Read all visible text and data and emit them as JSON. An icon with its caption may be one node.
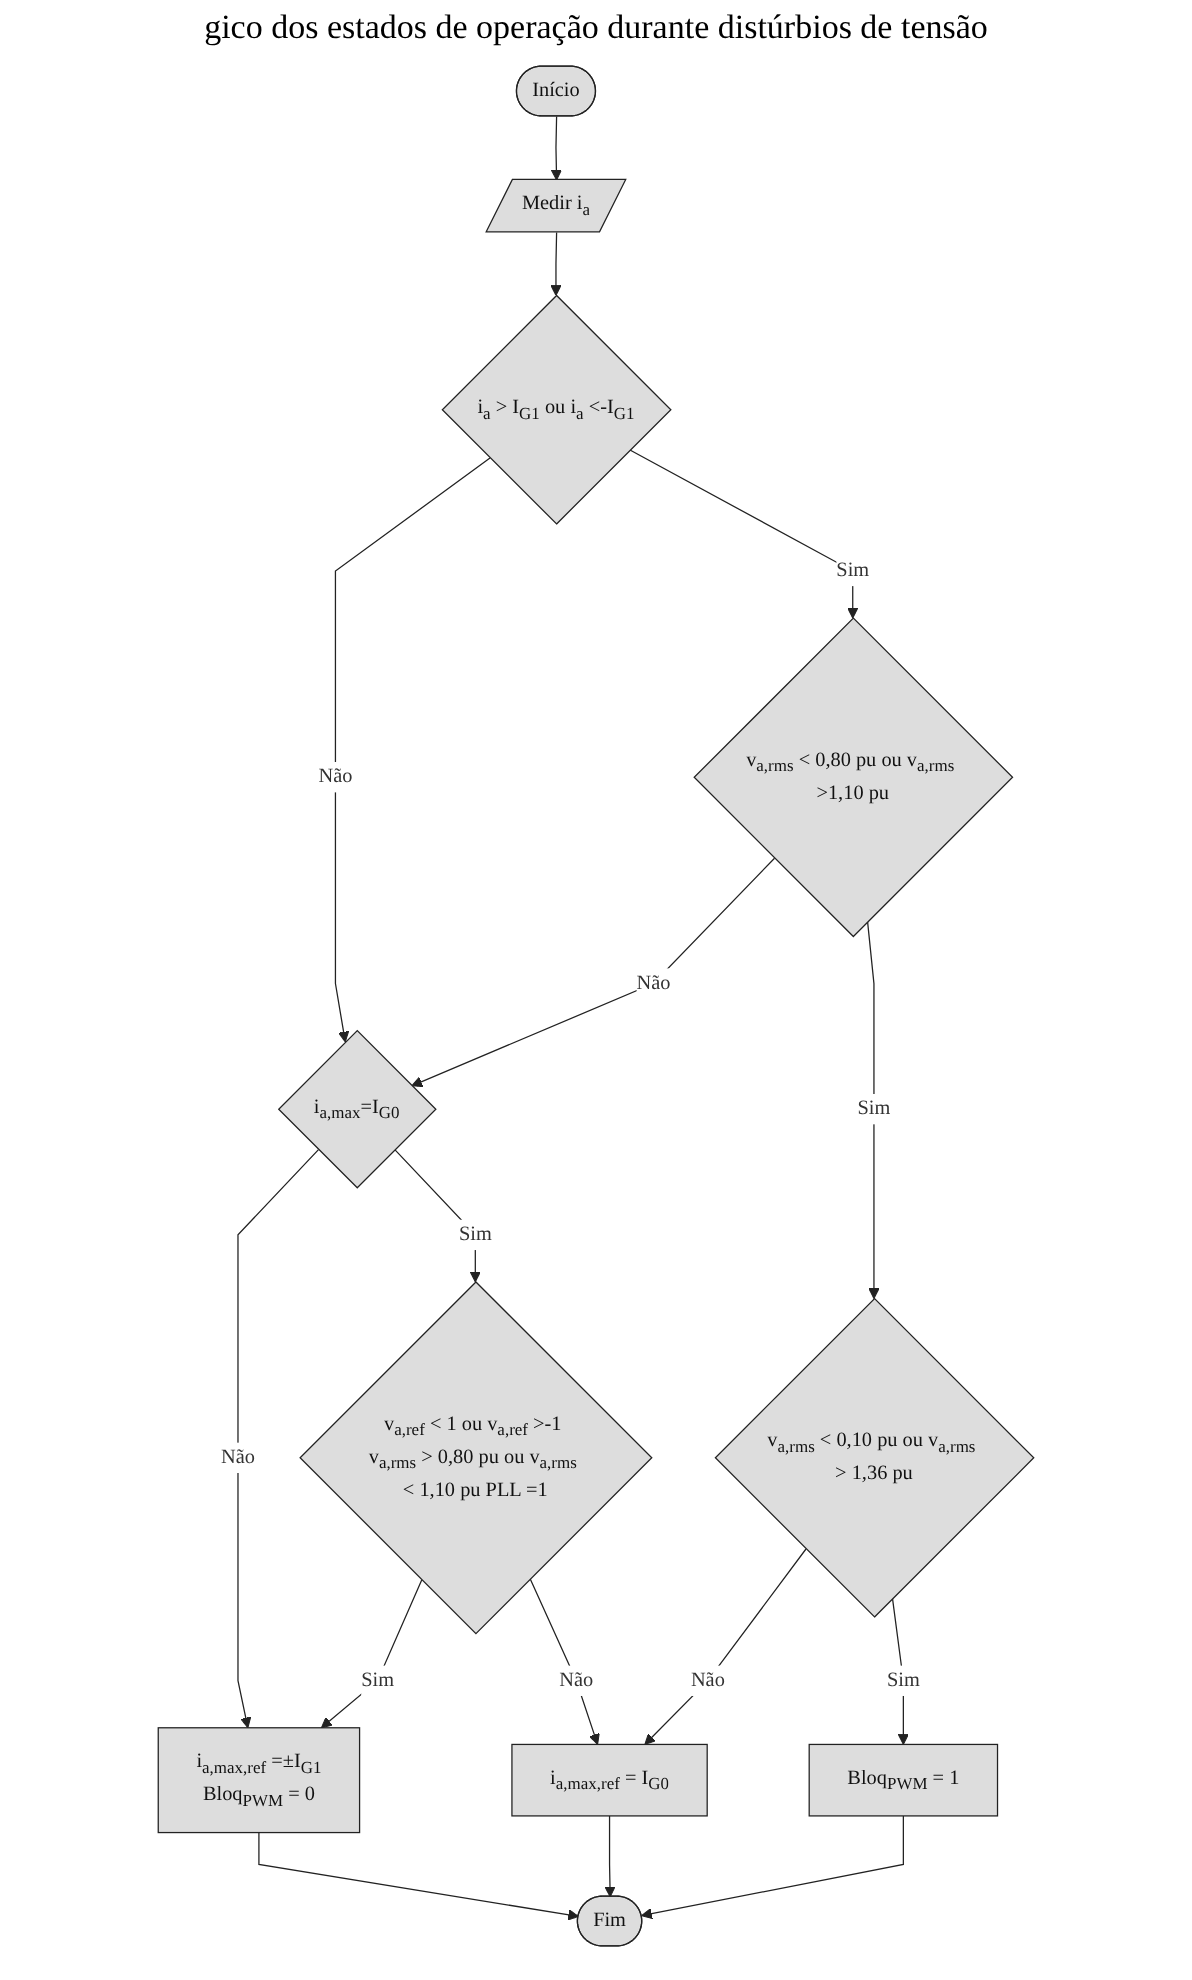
{
  "diagram": {
    "title": "gico dos estados de operação durante distúrbios de tensão",
    "nodes": [
      {
        "text": [
          "Início"
        ]
      },
      {
        "text": [
          "Medir i$_{a}$"
        ]
      },
      {
        "text": [
          "i$_{a}$ > I$_{G1}$ ou i$_{a}$ <-I$_{G1}$"
        ]
      },
      {
        "text": [
          "i$_{a,max}$=I$_{G0}$"
        ]
      },
      {
        "text": [
          "v$_{a,rms}$ < 0,80 pu ou v$_{a,rms}$ >1,10 pu"
        ]
      },
      {
        "text": [
          "v$_{a,ref}$ < 1 ou v$_{a,ref}$ >-1 v$_{a,rms}$ > 0,80 pu ou v$_{a,rms}$ < 1,10 pu PLL =1"
        ]
      },
      {
        "text": [
          "v$_{a,rms}$ < 0,10 pu ou v$_{a,rms}$ > 1,36 pu"
        ]
      },
      {
        "text": [
          "i$_{a,max,ref}$ =±I$_{G1}$",
          "Bloq$_{PWM}$ = 0"
        ]
      },
      {
        "text": [
          "i$_{a,max,ref}$ = I$_{G0}$"
        ]
      },
      {
        "text": [
          "Bloq$_{PWM}$ = 1"
        ]
      },
      {
        "text": [
          "Fim"
        ]
      }
    ],
    "edges": [
      {
        "from": 0,
        "to": 1,
        "arrow": "to"
      },
      {
        "from": 1,
        "to": 2,
        "arrow": "to"
      },
      {
        "from": 2,
        "to": 3,
        "arrow": "to",
        "label": "Não"
      },
      {
        "from": 2,
        "to": 4,
        "arrow": "to",
        "label": "Sim"
      },
      {
        "from": 3,
        "to": 7,
        "arrow": "to",
        "label": "Não"
      },
      {
        "from": 4,
        "to": 3,
        "arrow": "to",
        "label": "Não"
      },
      {
        "from": 3,
        "to": 5,
        "arrow": "to",
        "label": "Sim"
      },
      {
        "from": 4,
        "to": 6,
        "arrow": "to",
        "label": "Sim"
      },
      {
        "from": 5,
        "to": 7,
        "arrow": "to",
        "label": "Sim"
      },
      {
        "from": 5,
        "to": 8,
        "arrow": "to",
        "label": "Não"
      },
      {
        "from": 6,
        "to": 8,
        "arrow": "to",
        "label": "Não"
      },
      {
        "from": 6,
        "to": 9,
        "arrow": "to",
        "label": "Sim"
      },
      {
        "from": 7,
        "to": 10,
        "arrow": "to"
      },
      {
        "from": 8,
        "to": 10,
        "arrow": "to"
      },
      {
        "from": 9,
        "to": 10,
        "arrow": "to"
      }
    ]
  }
}
